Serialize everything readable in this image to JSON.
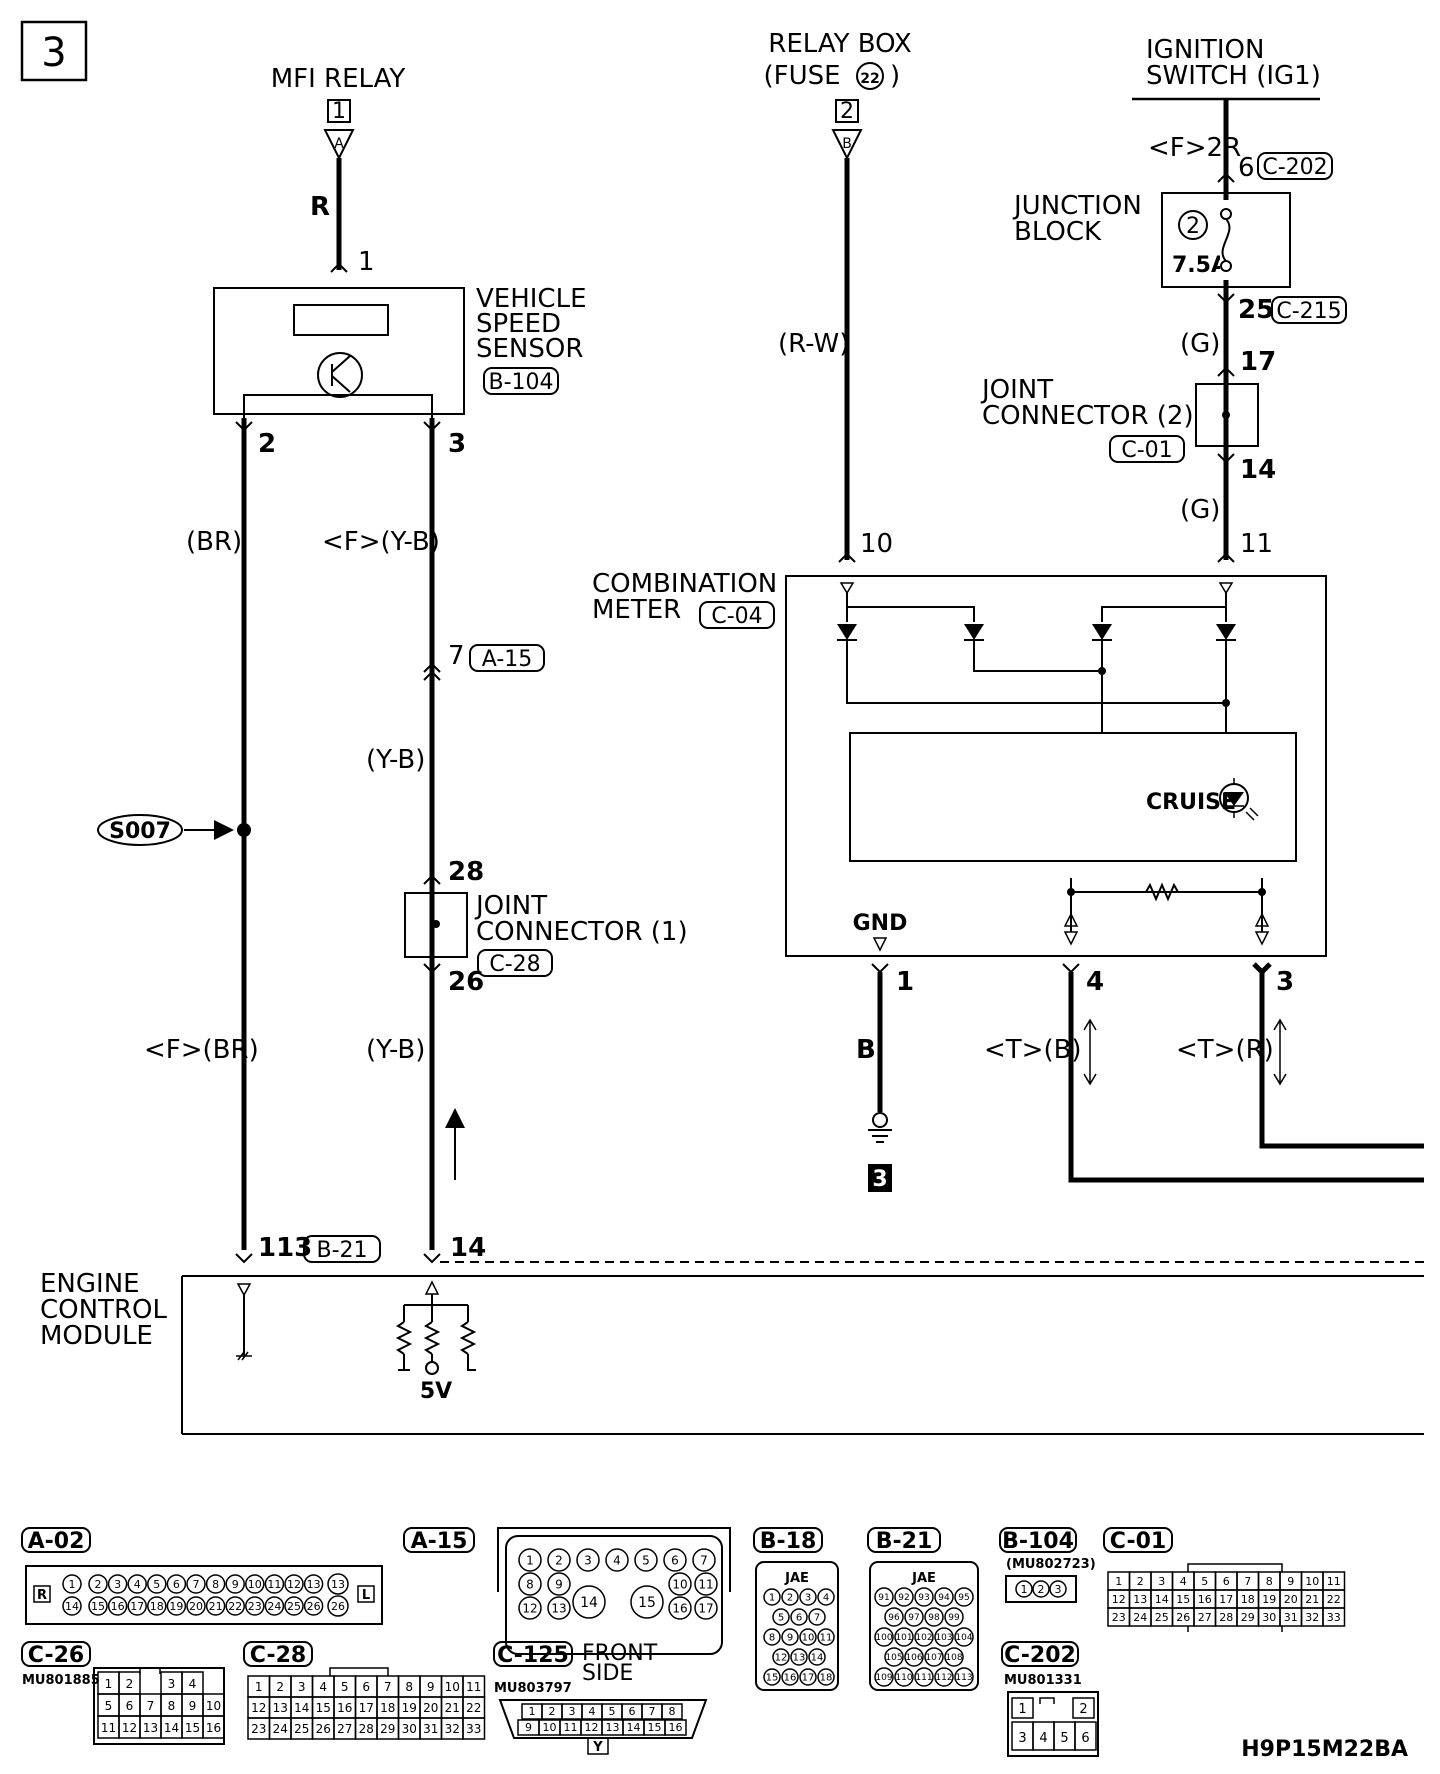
{
  "page": {
    "number": "3",
    "code": "H9P15M22BA"
  },
  "sources": {
    "mfi_relay": {
      "title": "MFI RELAY",
      "ref": "1",
      "pin": "A"
    },
    "relay_box": {
      "title_1": "RELAY BOX",
      "title_2": "(FUSE",
      "fuse_no": "22",
      "title_close": ")",
      "ref": "2",
      "pin": "B"
    },
    "ignition": {
      "title_1": "IGNITION",
      "title_2": "SWITCH (IG1)"
    }
  },
  "vss": {
    "title_1": "VEHICLE",
    "title_2": "SPEED",
    "title_3": "SENSOR",
    "connector": "B-104",
    "pin_top": "1",
    "pin_left": "2",
    "pin_right": "3"
  },
  "junction_block": {
    "title_1": "JUNCTION",
    "title_2": "BLOCK",
    "fuse_no": "2",
    "rating": "7.5A"
  },
  "joint_connector_2": {
    "title_1": "JOINT",
    "title_2": "CONNECTOR (2)",
    "connector": "C-01",
    "pin_top": "17",
    "pin_bottom": "14"
  },
  "joint_connector_1": {
    "title_1": "JOINT",
    "title_2": "CONNECTOR (1)",
    "connector": "C-28",
    "pin_top": "28",
    "pin_bottom": "26"
  },
  "combination_meter": {
    "title_1": "COMBINATION",
    "title_2": "METER",
    "connector": "C-04",
    "cruise": "CRUISE",
    "gnd": "GND",
    "pin_10": "10",
    "pin_11": "11",
    "pin_1": "1",
    "pin_4": "4",
    "pin_3": "3"
  },
  "ecm": {
    "title_1": "ENGINE",
    "title_2": "CONTROL",
    "title_3": "MODULE",
    "connector": "B-21",
    "pin_113": "113",
    "pin_14": "14",
    "voltage": "5V"
  },
  "wires": {
    "mfi_color": "R",
    "br_1": "(BR)",
    "fyb": "<F>(Y-B)",
    "a15_pin": "7",
    "a15_conn": "A-15",
    "yb_1": "(Y-B)",
    "fbr": "<F>(BR)",
    "yb_2": "(Y-B)",
    "splice": "S007",
    "rw": "(R-W)",
    "ign_wire": "<F>2R",
    "c202_pin": "6",
    "c202_conn": "C-202",
    "c215_pin": "25",
    "c215_conn": "C-215",
    "g_1": "(G)",
    "g_2": "(G)",
    "gnd_wire": "B",
    "gnd_ref": "3",
    "tb": "<T>(B)",
    "tr": "<T>(R)"
  },
  "connectors": {
    "A-02": {
      "label": "A-02",
      "side_l": "R",
      "side_r": "L",
      "row1": [
        "1",
        "2",
        "3",
        "4",
        "5",
        "6",
        "7",
        "8",
        "9",
        "10",
        "11",
        "12",
        "13"
      ],
      "row2": [
        "14",
        "15",
        "16",
        "17",
        "18",
        "19",
        "20",
        "21",
        "22",
        "23",
        "24",
        "25",
        "26"
      ]
    },
    "A-15": {
      "label": "A-15",
      "row1": [
        "1",
        "2",
        "3",
        "4",
        "5",
        "6",
        "7"
      ],
      "row2": [
        "8",
        "9",
        "14",
        "15",
        "10",
        "11"
      ],
      "row3": [
        "12",
        "13",
        "16",
        "17"
      ]
    },
    "B-18": {
      "label": "B-18",
      "maker": "JAE",
      "rows": [
        [
          "1",
          "2",
          "3",
          "4"
        ],
        [
          "5",
          "6",
          "7"
        ],
        [
          "8",
          "9",
          "10",
          "11"
        ],
        [
          "12",
          "13",
          "14"
        ],
        [
          "15",
          "16",
          "17",
          "18"
        ]
      ]
    },
    "B-21": {
      "label": "B-21",
      "maker": "JAE",
      "rows": [
        [
          "91",
          "92",
          "93",
          "94",
          "95"
        ],
        [
          "96",
          "97",
          "98",
          "99"
        ],
        [
          "100",
          "101",
          "102",
          "103",
          "104"
        ],
        [
          "105",
          "106",
          "107",
          "108"
        ],
        [
          "109",
          "110",
          "111",
          "112",
          "113"
        ]
      ]
    },
    "B-104": {
      "label": "B-104",
      "part": "(MU802723)",
      "pins": [
        "1",
        "2",
        "3"
      ]
    },
    "C-01": {
      "label": "C-01",
      "row1": [
        "1",
        "2",
        "3",
        "4",
        "5",
        "6",
        "7",
        "8",
        "9",
        "10",
        "11"
      ],
      "row2": [
        "12",
        "13",
        "14",
        "15",
        "16",
        "17",
        "18",
        "19",
        "20",
        "21",
        "22"
      ],
      "row3": [
        "23",
        "24",
        "25",
        "26",
        "27",
        "28",
        "29",
        "30",
        "31",
        "32",
        "33"
      ]
    },
    "C-26": {
      "label": "C-26",
      "part": "MU801885",
      "row1": [
        "1",
        "2",
        "",
        "3",
        "4"
      ],
      "row2": [
        "5",
        "6",
        "7",
        "8",
        "9",
        "10"
      ],
      "row3": [
        "11",
        "12",
        "13",
        "14",
        "15",
        "16"
      ]
    },
    "C-28": {
      "label": "C-28",
      "row1": [
        "1",
        "2",
        "3",
        "4",
        "5",
        "6",
        "7",
        "8",
        "9",
        "10",
        "11"
      ],
      "row2": [
        "12",
        "13",
        "14",
        "15",
        "16",
        "17",
        "18",
        "19",
        "20",
        "21",
        "22"
      ],
      "row3": [
        "23",
        "24",
        "25",
        "26",
        "27",
        "28",
        "29",
        "30",
        "31",
        "32",
        "33"
      ]
    },
    "C-125": {
      "label": "C-125",
      "part": "MU803797",
      "side_1": "FRONT",
      "side_2": "SIDE",
      "key": "Y",
      "row1": [
        "1",
        "2",
        "3",
        "4",
        "5",
        "6",
        "7",
        "8"
      ],
      "row2": [
        "9",
        "10",
        "11",
        "12",
        "13",
        "14",
        "15",
        "16"
      ]
    },
    "C-202": {
      "label": "C-202",
      "part": "MU801331",
      "row1": [
        "1",
        "",
        "2"
      ],
      "row2": [
        "3",
        "4",
        "5",
        "6"
      ]
    }
  }
}
